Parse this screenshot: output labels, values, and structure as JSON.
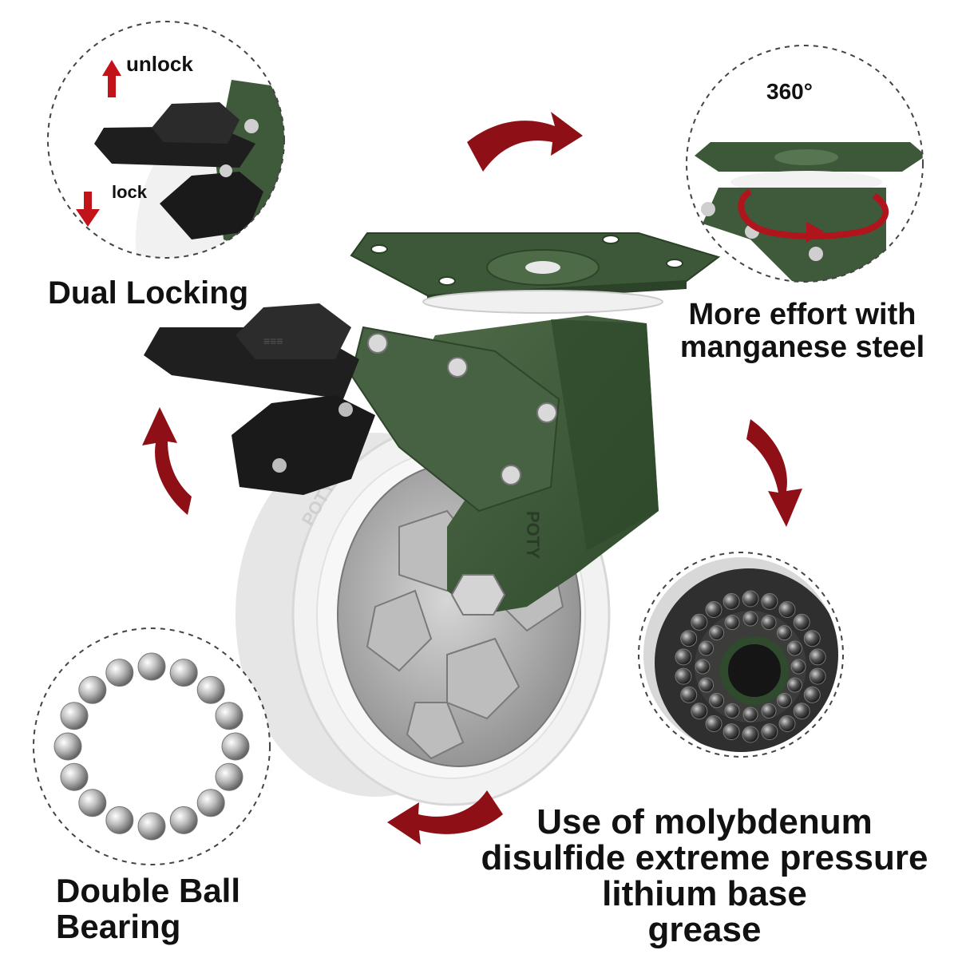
{
  "callouts": {
    "dual_locking": {
      "title": "Dual Locking",
      "unlock": "unlock",
      "lock": "lock"
    },
    "swivel": {
      "degrees": "360°",
      "title_line1": "More effort with",
      "title_line2": "manganese steel"
    },
    "bearing": {
      "title_line1": "Double Ball",
      "title_line2": "Bearing"
    },
    "grease": {
      "line1": "Use of molybdenum",
      "line2": "disulfide extreme pressure",
      "line3": "lithium base",
      "line4": "grease"
    }
  },
  "product": {
    "brand_marks": [
      "POTY"
    ]
  },
  "colors": {
    "caster_green": "#3f5a3a",
    "arrow_red": "#8e1016",
    "wheel_white": "#f1f1f1",
    "hub_silver": "#a9a9a9",
    "brake_black": "#1d1d1d"
  }
}
